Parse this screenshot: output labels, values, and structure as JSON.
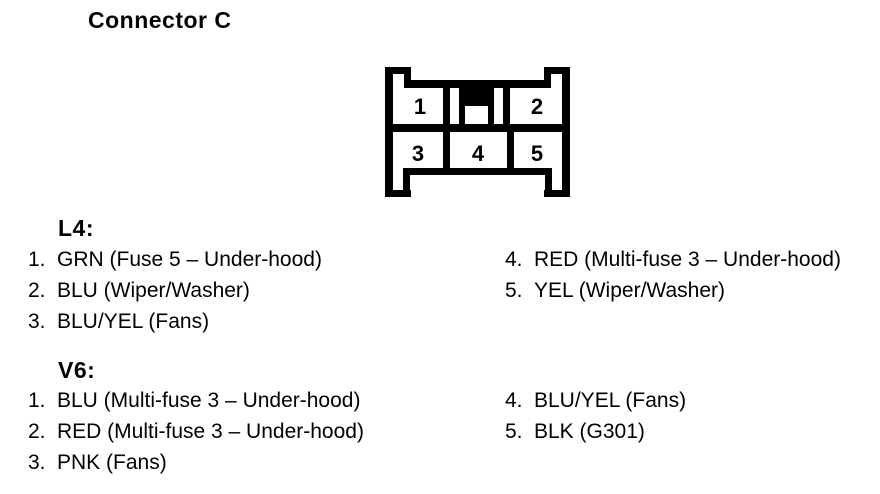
{
  "page": {
    "title": "Connector C",
    "background_color": "#ffffff",
    "ink_color": "#000000"
  },
  "connector": {
    "name": "Connector C cavity diagram",
    "pins": [
      "1",
      "2",
      "3",
      "4",
      "5"
    ],
    "top_row": [
      "1",
      "2"
    ],
    "bottom_row": [
      "3",
      "4",
      "5"
    ]
  },
  "sections": [
    {
      "heading": "L4:",
      "left": [
        {
          "num": "1.",
          "text": "GRN (Fuse 5 – Under-hood)"
        },
        {
          "num": "2.",
          "text": "BLU (Wiper/Washer)"
        },
        {
          "num": "3.",
          "text": "BLU/YEL (Fans)"
        }
      ],
      "right": [
        {
          "num": "4.",
          "text": "RED (Multi-fuse 3 – Under-hood)"
        },
        {
          "num": "5.",
          "text": "YEL (Wiper/Washer)"
        }
      ]
    },
    {
      "heading": "V6:",
      "left": [
        {
          "num": "1.",
          "text": "BLU (Multi-fuse 3 – Under-hood)"
        },
        {
          "num": "2.",
          "text": "RED (Multi-fuse 3 – Under-hood)"
        },
        {
          "num": "3.",
          "text": "PNK (Fans)"
        }
      ],
      "right": [
        {
          "num": "4.",
          "text": "BLU/YEL (Fans)"
        },
        {
          "num": "5.",
          "text": "BLK (G301)"
        }
      ]
    }
  ]
}
